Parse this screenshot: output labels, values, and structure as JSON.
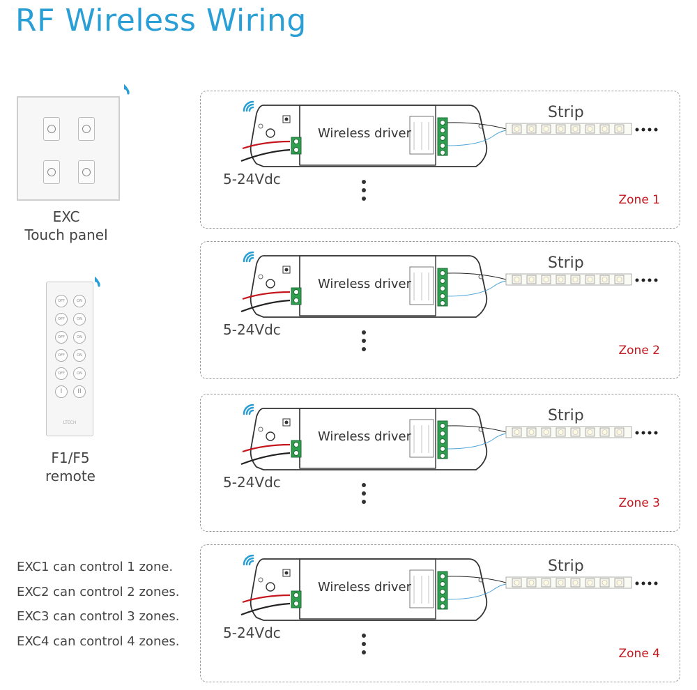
{
  "title": "RF Wireless Wiring",
  "touch_panel": {
    "line1": "EXC",
    "line2": "Touch panel"
  },
  "remote": {
    "line1": "F1/F5",
    "line2": "remote",
    "brand": "LTECH",
    "buttons": [
      "OFF",
      "ON",
      "OFF",
      "ON",
      "OFF",
      "ON",
      "OFF",
      "ON",
      "OFF",
      "ON"
    ]
  },
  "notes": [
    "EXC1 can control 1 zone.",
    "EXC2 can control 2 zones.",
    "EXC3 can control 3 zones.",
    "EXC4 can control 4 zones."
  ],
  "zones": [
    {
      "label": "Zone 1",
      "driver": "Wireless driver",
      "voltage": "5-24Vdc",
      "strip": "Strip"
    },
    {
      "label": "Zone 2",
      "driver": "Wireless driver",
      "voltage": "5-24Vdc",
      "strip": "Strip"
    },
    {
      "label": "Zone 3",
      "driver": "Wireless driver",
      "voltage": "5-24Vdc",
      "strip": "Strip"
    },
    {
      "label": "Zone 4",
      "driver": "Wireless driver",
      "voltage": "5-24Vdc",
      "strip": "Strip"
    }
  ],
  "colors": {
    "accent": "#2a9fd6",
    "zone_label": "#c4161c",
    "terminal": "#2f9e4f",
    "wire_blue": "#4aa3d8"
  }
}
